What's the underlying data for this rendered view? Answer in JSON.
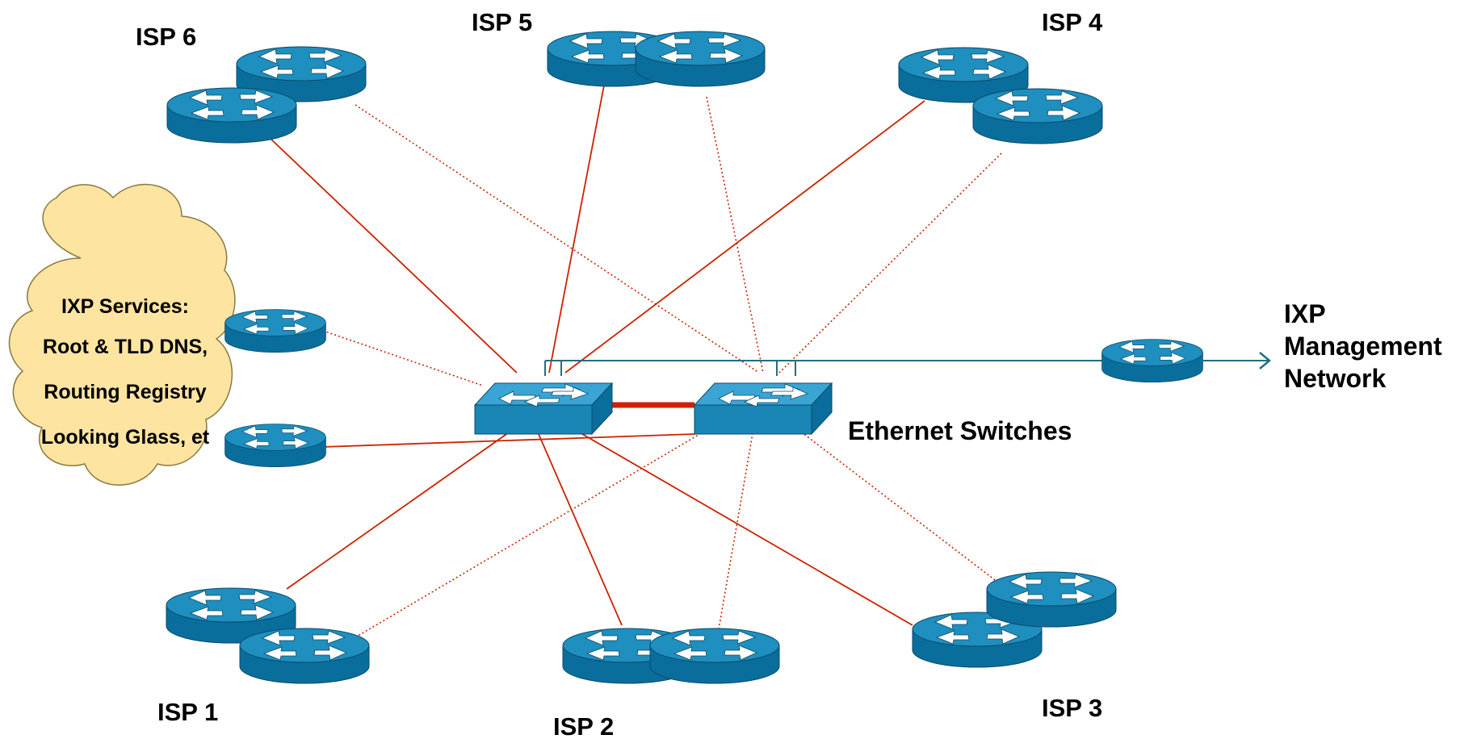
{
  "labels": {
    "isp1": "ISP 1",
    "isp2": "ISP 2",
    "isp3": "ISP 3",
    "isp4": "ISP 4",
    "isp5": "ISP 5",
    "isp6": "ISP 6",
    "switches": "Ethernet Switches",
    "mgmt": [
      "IXP",
      "Management",
      "Network"
    ],
    "services": [
      "IXP Services:",
      "Root & TLD DNS,",
      "Routing Registry",
      "Looking Glass, et"
    ]
  },
  "colors": {
    "router_top": "#1e8fbe",
    "router_side": "#0a6e9d",
    "cloud_fill": "#fde4a0",
    "link_red": "#cc2200",
    "mgmt_line": "#1f6f80"
  },
  "icons": {
    "router": "router-icon",
    "switch": "ethernet-switch-icon",
    "cloud": "cloud-shape",
    "arrow": "arrow-right-icon"
  }
}
